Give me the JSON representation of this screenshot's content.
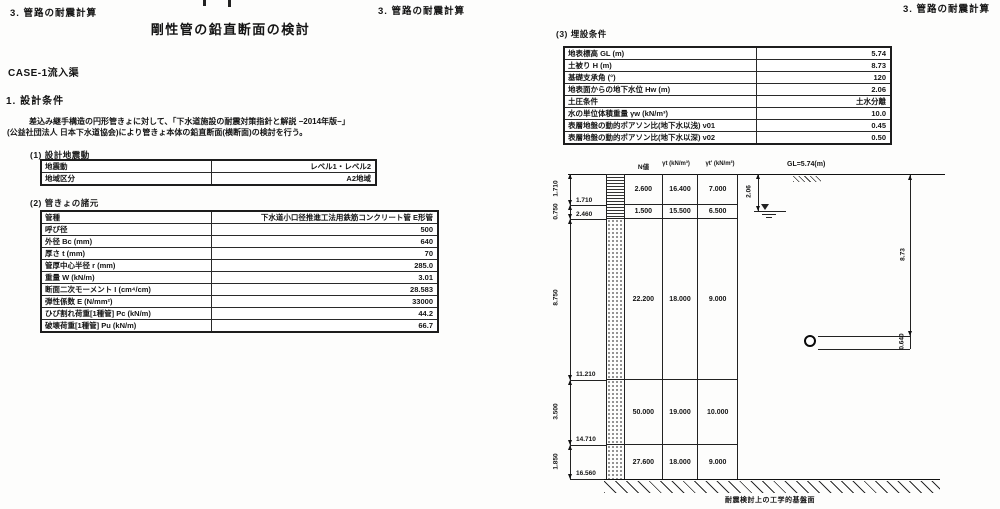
{
  "page_left": {
    "header": "3. 管路の耐震計算",
    "header_right": "3. 管路の耐震計算",
    "title": "剛性管の鉛直断面の検討",
    "case_label": "CASE-1流入渠",
    "section1_title": "1. 設計条件",
    "intro_line1": "差込み継手構造の円形管きょに対して、「下水道施設の耐震対策指針と解説 −2014年版−」",
    "intro_line2": "(公益社団法人 日本下水道協会)により管きょ本体の鉛直断面(横断面)の検討を行う。",
    "sub1_title": "(1) 設計地震動",
    "table1": {
      "rows": [
        {
          "label": "地震動",
          "value": "レベル1・レベル2"
        },
        {
          "label": "地域区分",
          "value": "A2地域"
        }
      ]
    },
    "sub2_title": "(2) 管きょの諸元",
    "table2": {
      "rows": [
        {
          "label": "管種",
          "value": "下水道小口径推進工法用鉄筋コンクリート管 E形管"
        },
        {
          "label": "呼び径",
          "value": "500"
        },
        {
          "label": "外径 Bc (mm)",
          "value": "640"
        },
        {
          "label": "厚さ t (mm)",
          "value": "70"
        },
        {
          "label": "管厚中心半径 r (mm)",
          "value": "285.0"
        },
        {
          "label": "重量 W (kN/m)",
          "value": "3.01"
        },
        {
          "label": "断面二次モーメント I (cm⁴/cm)",
          "value": "28.583"
        },
        {
          "label": "弾性係数 E (N/mm²)",
          "value": "33000"
        },
        {
          "label": "ひび割れ荷重[1種管] Pc (kN/m)",
          "value": "44.2"
        },
        {
          "label": "破壊荷重[1種管] Pu (kN/m)",
          "value": "66.7"
        }
      ]
    }
  },
  "page_right": {
    "header": "3. 管路の耐震計算",
    "sub3_title": "(3) 埋設条件",
    "table3": {
      "rows": [
        {
          "label": "地表標高 GL (m)",
          "value": "5.74"
        },
        {
          "label": "土被り H (m)",
          "value": "8.73"
        },
        {
          "label": "基礎支承角 (°)",
          "value": "120"
        },
        {
          "label": "地表面からの地下水位 Hw (m)",
          "value": "2.06"
        },
        {
          "label": "土圧条件",
          "value": "土水分離"
        },
        {
          "label": "水の単位体積重量 γw (kN/m³)",
          "value": "10.0"
        },
        {
          "label": "表層地盤の動的ポアソン比(地下水以浅) ν01",
          "value": "0.45"
        },
        {
          "label": "表層地盤の動的ポアソン比(地下水以深) ν02",
          "value": "0.50"
        }
      ]
    },
    "diagram": {
      "col_header_n": "N値",
      "col_header_gt": "γt (kN/m³)",
      "col_header_gtd": "γt' (kN/m³)",
      "gl_label": "GL=5.74(m)",
      "groundwater_depth_dim": "2.06",
      "cover_depth_dim": "8.73",
      "pipe_outer_dim": "0.640",
      "base_caption": "耐震検討上の工学的基盤面",
      "layers": [
        {
          "thickness": "1.710",
          "depth": "1.710",
          "n": "2.600",
          "gamma_t": "16.400",
          "gamma_td": "7.000",
          "hatch": "lines"
        },
        {
          "thickness": "0.750",
          "depth": "2.460",
          "n": "1.500",
          "gamma_t": "15.500",
          "gamma_td": "6.500",
          "hatch": "lines"
        },
        {
          "thickness": "8.750",
          "depth": "11.210",
          "n": "22.200",
          "gamma_t": "18.000",
          "gamma_td": "9.000",
          "hatch": "dots"
        },
        {
          "thickness": "3.500",
          "depth": "14.710",
          "n": "50.000",
          "gamma_t": "19.000",
          "gamma_td": "10.000",
          "hatch": "dots"
        },
        {
          "thickness": "1.850",
          "depth": "16.560",
          "n": "27.600",
          "gamma_t": "18.000",
          "gamma_td": "9.000",
          "hatch": "dots"
        }
      ]
    }
  }
}
